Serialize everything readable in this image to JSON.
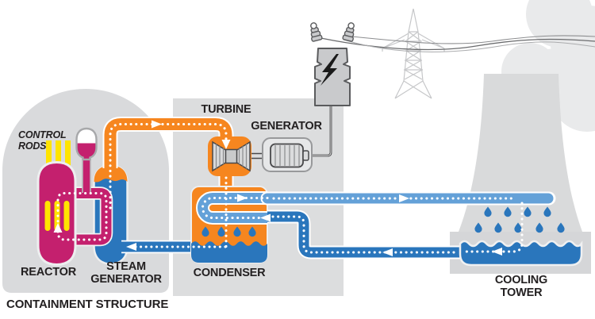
{
  "labels": {
    "control_rods": "CONTROL\nRODS",
    "reactor": "REACTOR",
    "steam_generator": "STEAM\nGENERATOR",
    "containment": "CONTAINMENT STRUCTURE",
    "turbine": "TURBINE",
    "generator": "GENERATOR",
    "condenser": "CONDENSER",
    "cooling_tower": "COOLING\nTOWER"
  },
  "colors": {
    "primary_loop_magenta": "#C4206E",
    "steam_orange": "#F6861F",
    "water_blue": "#2A76BC",
    "cool_water_light_blue": "#64A1D8",
    "control_rod_yellow": "#FFE400",
    "structure_gray": "#DADBDC",
    "steam_cloud_gray": "#E9EAEB",
    "label_text": "#232021"
  },
  "icons": {
    "transformer": "lightning-bolt-icon",
    "flow_direction": "white-triangle-arrow-icon",
    "condensation": "water-droplet-icon",
    "flow_path": "white-dotted-line"
  }
}
